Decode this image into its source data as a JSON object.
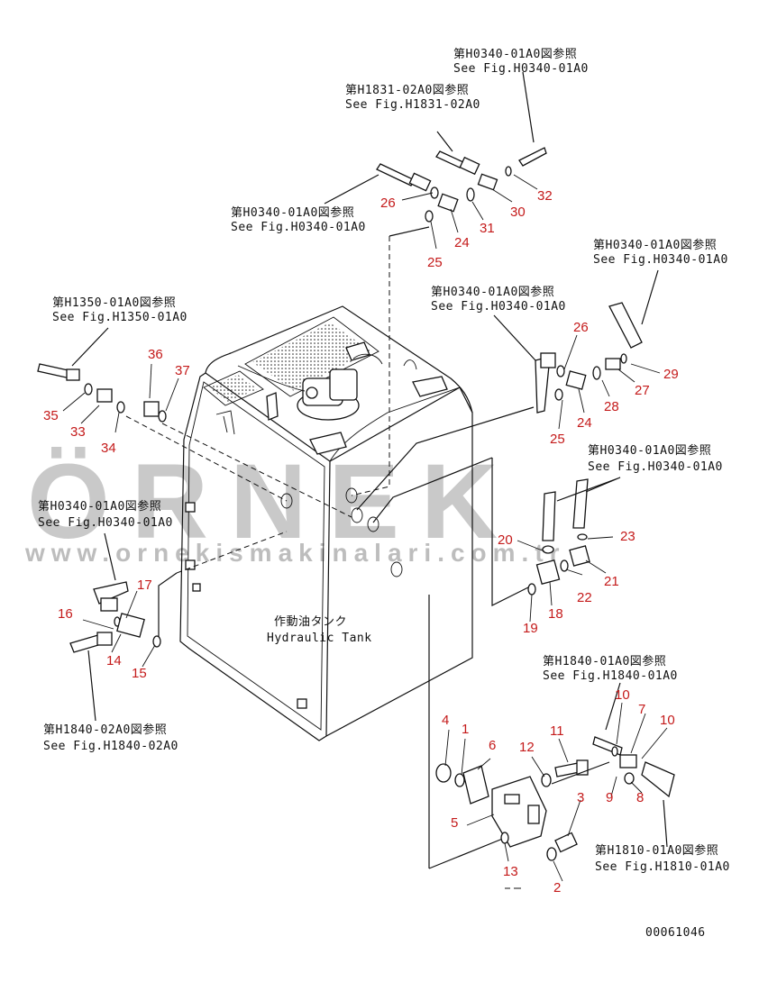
{
  "watermark": {
    "brand": "ÖRNEK",
    "url": "www.ornekismakinalari.com.tr",
    "accent": "#f2c200"
  },
  "drawing_number": "00061046",
  "tank_label": {
    "jp": "作動油タンク",
    "en": "Hydraulic Tank"
  },
  "references": {
    "top_right": {
      "jp": "第H0340-01A0図参照",
      "en": "See Fig.H0340-01A0"
    },
    "top_mid": {
      "jp": "第H1831-02A0図参照",
      "en": "See Fig.H1831-02A0"
    },
    "top_left": {
      "jp": "第H0340-01A0図参照",
      "en": "See Fig.H0340-01A0"
    },
    "right_upper": {
      "jp": "第H0340-01A0図参照",
      "en": "See Fig.H0340-01A0"
    },
    "center_upper": {
      "jp": "第H0340-01A0図参照",
      "en": "See Fig.H0340-01A0"
    },
    "left_upper": {
      "jp": "第H1350-01A0図参照",
      "en": "See Fig.H1350-01A0"
    },
    "right_mid": {
      "jp": "第H0340-01A0図参照",
      "en": "See Fig.H0340-01A0"
    },
    "left_mid": {
      "jp": "第H0340-01A0図参照",
      "en": "See Fig.H0340-01A0"
    },
    "right_low": {
      "jp": "第H1840-01A0図参照",
      "en": "See Fig.H1840-01A0"
    },
    "left_low": {
      "jp": "第H1840-02A0図参照",
      "en": "See Fig.H1840-02A0"
    },
    "bottom_right": {
      "jp": "第H1810-01A0図参照",
      "en": "See Fig.H1810-01A0"
    }
  },
  "callouts": {
    "n1": "1",
    "n2": "2",
    "n3": "3",
    "n4": "4",
    "n5": "5",
    "n6": "6",
    "n7": "7",
    "n8": "8",
    "n9": "9",
    "n10a": "10",
    "n10b": "10",
    "n11": "11",
    "n12": "12",
    "n13": "13",
    "n14": "14",
    "n15": "15",
    "n16": "16",
    "n17": "17",
    "n18": "18",
    "n19": "19",
    "n20": "20",
    "n21": "21",
    "n22": "22",
    "n23": "23",
    "n24a": "24",
    "n24b": "24",
    "n25a": "25",
    "n25b": "25",
    "n26a": "26",
    "n26b": "26",
    "n27": "27",
    "n28": "28",
    "n29": "29",
    "n30": "30",
    "n31": "31",
    "n32": "32",
    "n33": "33",
    "n34": "34",
    "n35": "35",
    "n36": "36",
    "n37": "37"
  }
}
